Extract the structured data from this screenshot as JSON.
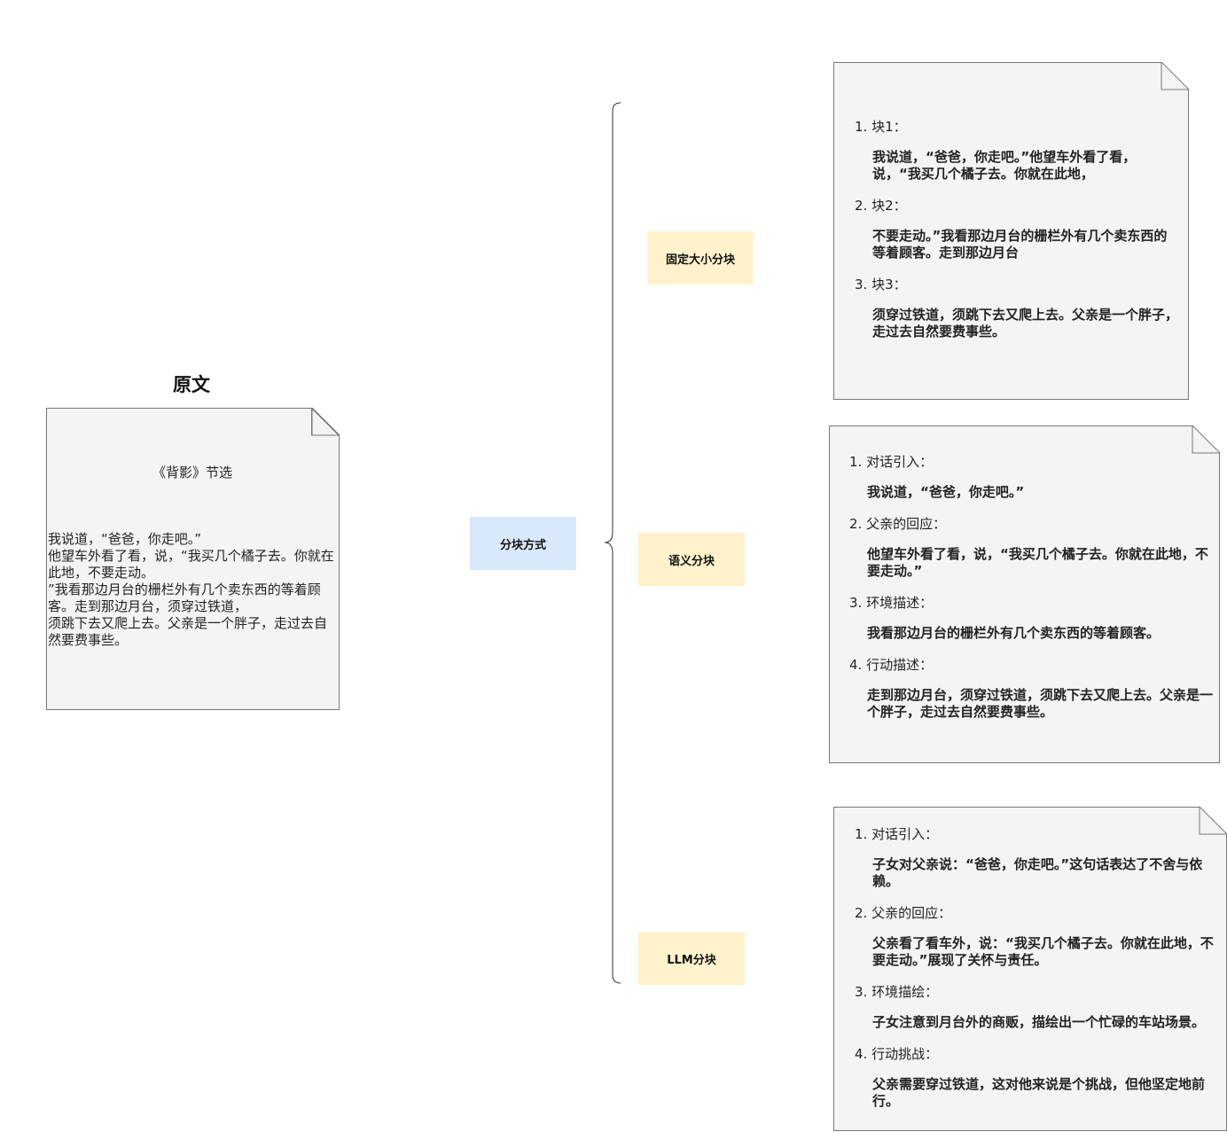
{
  "source": {
    "title": "原文",
    "doc_title": "《背影》节选",
    "lines": [
      "我说道，“爸爸，你走吧。”",
      "他望车外看了看，说，“我买几个橘子去。你就在此地，不要走动。",
      "”我看那边月台的栅栏外有几个卖东西的等着顾客。走到那边月台，须穿过铁道，",
      "须跳下去又爬上去。父亲是一个胖子，走过去自然要费事些。"
    ]
  },
  "center": {
    "label": "分块方式"
  },
  "methods": [
    {
      "label": "固定大小分块",
      "items": [
        {
          "num": "1.",
          "label": "块1：",
          "text": "我说道，“爸爸，你走吧。”他望车外看了看，说，“我买几个橘子去。你就在此地，"
        },
        {
          "num": "2.",
          "label": "块2：",
          "text": "不要走动。”我看那边月台的栅栏外有几个卖东西的等着顾客。走到那边月台"
        },
        {
          "num": "3.",
          "label": "块3：",
          "text": "须穿过铁道，须跳下去又爬上去。父亲是一个胖子，走过去自然要费事些。"
        }
      ]
    },
    {
      "label": "语义分块",
      "items": [
        {
          "num": "1.",
          "label": "对话引入：",
          "text": "我说道，“爸爸，你走吧。”"
        },
        {
          "num": "2.",
          "label": "父亲的回应：",
          "text": "他望车外看了看，说，“我买几个橘子去。你就在此地，不要走动。”"
        },
        {
          "num": "3.",
          "label": "环境描述：",
          "text": "我看那边月台的栅栏外有几个卖东西的等着顾客。"
        },
        {
          "num": "4.",
          "label": "行动描述：",
          "text": "走到那边月台，须穿过铁道，须跳下去又爬上去。父亲是一个胖子，走过去自然要费事些。"
        }
      ]
    },
    {
      "label": "LLM分块",
      "items": [
        {
          "num": "1.",
          "label": "对话引入：",
          "text": "子女对父亲说：“爸爸，你走吧。”这句话表达了不舍与依赖。"
        },
        {
          "num": "2.",
          "label": "父亲的回应：",
          "text": "父亲看了看车外，说：“我买几个橘子去。你就在此地，不要走动。”展现了关怀与责任。"
        },
        {
          "num": "3.",
          "label": "环境描绘：",
          "text": "子女注意到月台外的商贩，描绘出一个忙碌的车站场景。"
        },
        {
          "num": "4.",
          "label": "行动挑战：",
          "text": "父亲需要穿过铁道，这对他来说是个挑战，但他坚定地前行。"
        }
      ]
    }
  ],
  "colors": {
    "doc_fill": "#f4f4f4",
    "center_fill": "#dae8fc",
    "method_fill": "#fff2cc"
  }
}
